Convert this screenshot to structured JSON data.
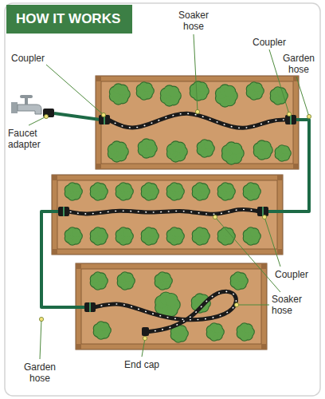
{
  "diagram": {
    "title": "HOW IT WORKS",
    "labels": [
      "Coupler",
      "Soaker hose",
      "Coupler",
      "Garden hose",
      "Faucet adapter",
      "Coupler",
      "Soaker hose",
      "Garden hose",
      "End cap"
    ]
  }
}
